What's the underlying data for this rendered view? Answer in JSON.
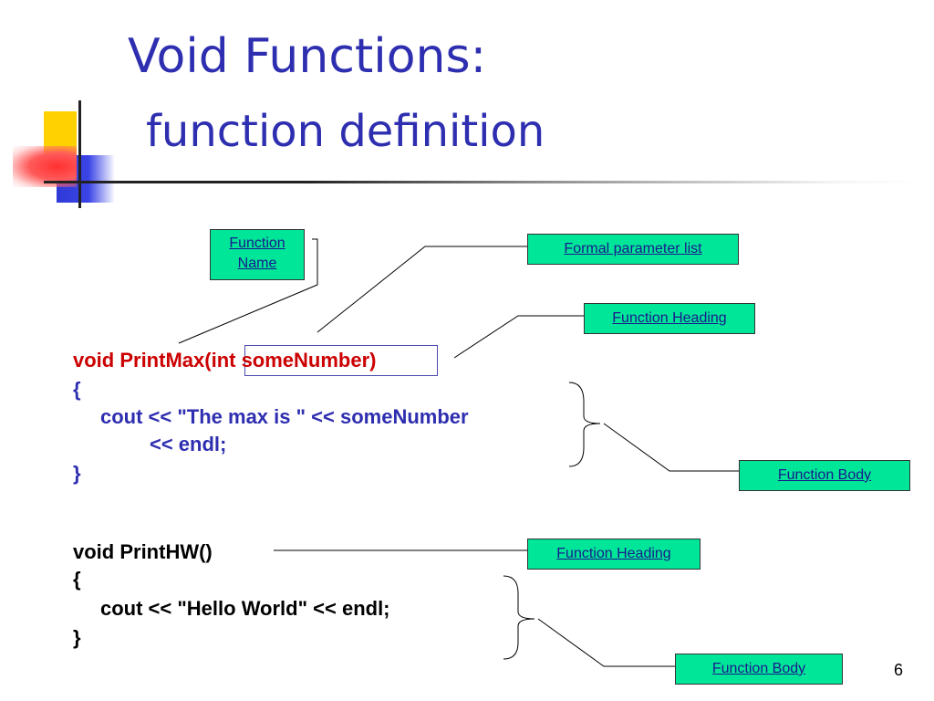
{
  "slide": {
    "title_line1": "Void Functions:",
    "title_line2": "function definition",
    "page_number": "6"
  },
  "labels": {
    "function_name": [
      "Function",
      "Name"
    ],
    "formal_parameter_list": "Formal parameter list",
    "function_heading_1": "Function Heading",
    "function_body_1": "Function Body",
    "function_heading_2": "Function Heading",
    "function_body_2": "Function Body"
  },
  "code1": {
    "line1_prefix": "void PrintMax(",
    "line1_param": "int someNumber",
    "line1_suffix": ")",
    "line2": "{",
    "line3": "cout << \"The max is \" << someNumber",
    "line4": "<< endl;",
    "line5": "}"
  },
  "code2": {
    "line1": "void PrintHW()",
    "line2": "{",
    "line3": "cout << \"Hello World\" << endl;",
    "line4": "}"
  },
  "colors": {
    "title": "#2e2eb0",
    "label_bg": "#00e699",
    "code_red": "#cc0000",
    "code_blue": "#2e2eb0"
  }
}
